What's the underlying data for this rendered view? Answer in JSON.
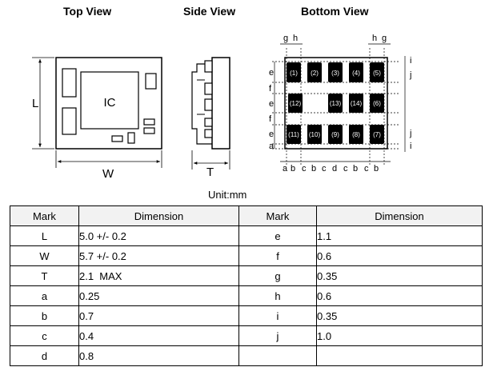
{
  "titles": {
    "top_view": "Top View",
    "side_view": "Side View",
    "bottom_view": "Bottom View"
  },
  "top_view": {
    "chip_label": "IC",
    "dim_L": "L",
    "dim_W": "W"
  },
  "side_view": {
    "dim_T": "T"
  },
  "bottom_view": {
    "pads_top_row": [
      "(1)",
      "(2)",
      "(3)",
      "(4)",
      "(5)"
    ],
    "pads_mid_row": [
      "(12)",
      "(13)",
      "(14)",
      "(6)"
    ],
    "pads_bottom_row": [
      "(11)",
      "(10)",
      "(9)",
      "(8)",
      "(7)"
    ],
    "top_left_marks": [
      "g",
      "h"
    ],
    "top_right_marks": [
      "h",
      "g"
    ],
    "left_marks": [
      "e",
      "f",
      "e",
      "f",
      "e",
      "a"
    ],
    "right_marks": [
      "i",
      "j",
      "j",
      "i"
    ],
    "bottom_marks": [
      "a",
      "b",
      "c",
      "b",
      "c",
      "d",
      "c",
      "b",
      "c",
      "b"
    ]
  },
  "unit_label": "Unit:mm",
  "table": {
    "headers": [
      "Mark",
      "Dimension",
      "Mark",
      "Dimension"
    ],
    "rows": [
      {
        "mark1": "L",
        "dim1": "5.0 +/- 0.2",
        "mark2": "e",
        "dim2": "1.1"
      },
      {
        "mark1": "W",
        "dim1": "5.7 +/- 0.2",
        "mark2": "f",
        "dim2": "0.6"
      },
      {
        "mark1": "T",
        "dim1": "2.1  MAX",
        "mark2": "g",
        "dim2": "0.35"
      },
      {
        "mark1": "a",
        "dim1": "0.25",
        "mark2": "h",
        "dim2": "0.6"
      },
      {
        "mark1": "b",
        "dim1": "0.7",
        "mark2": "i",
        "dim2": "0.35"
      },
      {
        "mark1": "c",
        "dim1": "0.4",
        "mark2": "j",
        "dim2": "1.0"
      },
      {
        "mark1": "d",
        "dim1": "0.8",
        "mark2": "",
        "dim2": ""
      }
    ]
  }
}
